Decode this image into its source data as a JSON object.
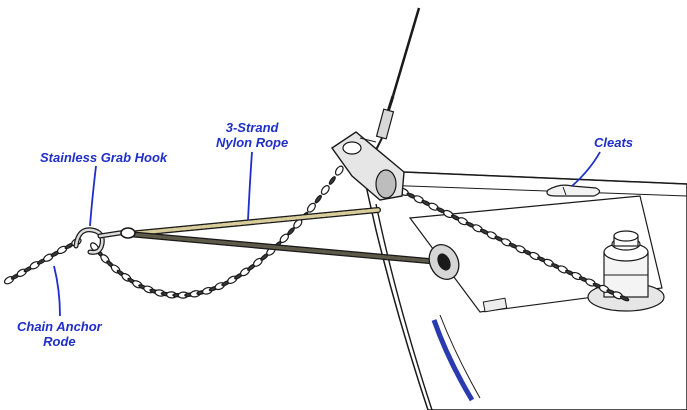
{
  "labels": {
    "grab_hook": "Stainless Grab Hook",
    "rope_line1": "3-Strand",
    "rope_line2": "Nylon Rope",
    "cleats": "Cleats",
    "chain_line1": "Chain Anchor",
    "chain_line2": "Rode"
  },
  "colors": {
    "label_text": "#1f2fc8",
    "leader_line": "#1f2fc8",
    "ink": "#1a1a1a",
    "rope": "#d8cc9a",
    "hull_stripe": "#2a3bb0"
  },
  "icons": {
    "hook": "grab-hook-icon",
    "chain": "chain-icon",
    "cleat": "cleat-icon",
    "windlass": "windlass-icon",
    "bow_roller": "bow-roller-icon"
  }
}
